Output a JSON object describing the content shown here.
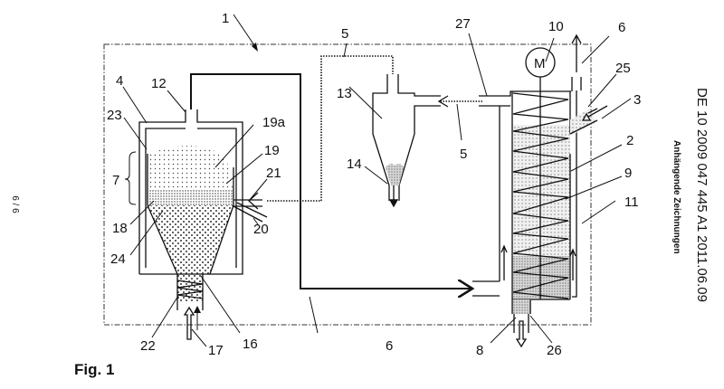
{
  "document": {
    "office_number": "DE 10 2009 047 445 A1",
    "date": "2011.06.09",
    "section_label": "Anhängende Zeichnungen",
    "page_marker": "6 / 6",
    "figure_caption": "Fig. 1"
  },
  "reference_numerals": {
    "system": "1",
    "column_shell": "2",
    "inlet_3": "3",
    "vessel": "4",
    "gas_line_5_top": "5",
    "gas_line_5_right": "5",
    "line_6_top": "6",
    "line_6_bottom": "6",
    "zone_7": "7",
    "outlet_8": "8",
    "screw_9": "9",
    "motor_10": "10",
    "motor_symbol": "M",
    "jacket_11": "11",
    "port_12": "12",
    "cyclone_13": "13",
    "cyclone_outlet_14": "14",
    "cone_16": "16",
    "bottom_arrow_17": "17",
    "bed_18": "18",
    "bed_19": "19",
    "bed_19a": "19a",
    "pipe_20": "20",
    "pipe_21": "21",
    "screw_22": "22",
    "freeboard_23": "23",
    "layer_24": "24",
    "inlet_25": "25",
    "outlet_26": "26",
    "gas_outlet_27": "27"
  }
}
